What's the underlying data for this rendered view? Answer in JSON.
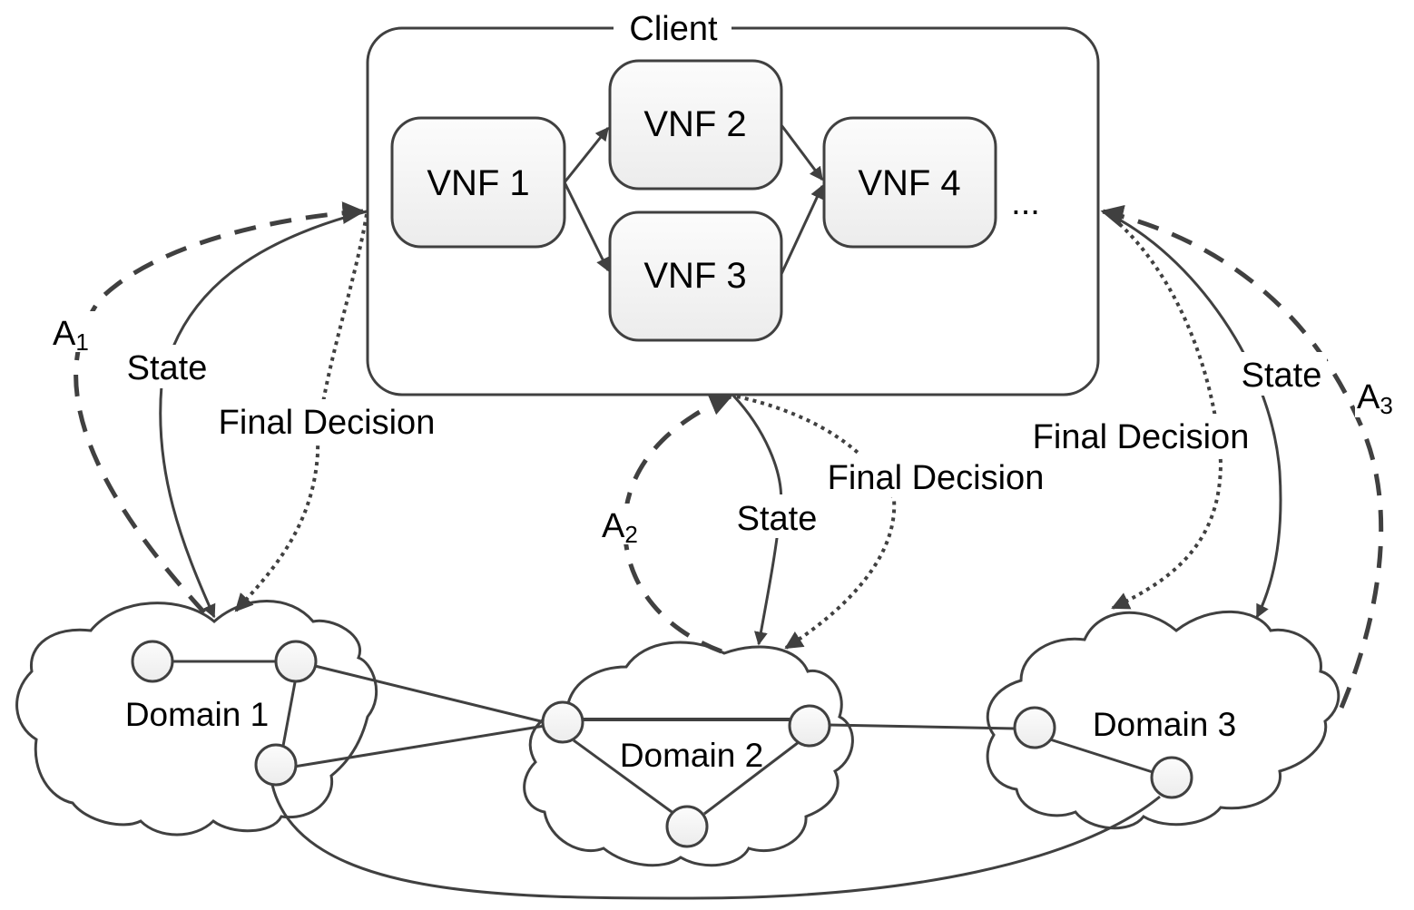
{
  "client": {
    "title": "Client",
    "ellipsis": "..."
  },
  "vnfs": [
    {
      "id": "vnf1",
      "label": "VNF 1"
    },
    {
      "id": "vnf2",
      "label": "VNF 2"
    },
    {
      "id": "vnf3",
      "label": "VNF 3"
    },
    {
      "id": "vnf4",
      "label": "VNF 4"
    }
  ],
  "vnf_edges": [
    [
      "vnf1",
      "vnf2"
    ],
    [
      "vnf1",
      "vnf3"
    ],
    [
      "vnf2",
      "vnf4"
    ],
    [
      "vnf3",
      "vnf4"
    ]
  ],
  "domains": [
    {
      "id": "d1",
      "label": "Domain 1"
    },
    {
      "id": "d2",
      "label": "Domain 2"
    },
    {
      "id": "d3",
      "label": "Domain 3"
    }
  ],
  "links": {
    "state_label": "State",
    "decision_label": "Final Decision",
    "action_prefix": "A",
    "actions": [
      "1",
      "2",
      "3"
    ]
  },
  "legend_semantics": {
    "solid": "State (domain to client)",
    "dotted": "Final Decision (client to domain)",
    "dashed": "Action A_i (domain to client)"
  },
  "colors": {
    "stroke": "#404040",
    "node_fill_top": "#fcfcfc",
    "node_fill_bottom": "#ececec",
    "text": "#000000"
  }
}
